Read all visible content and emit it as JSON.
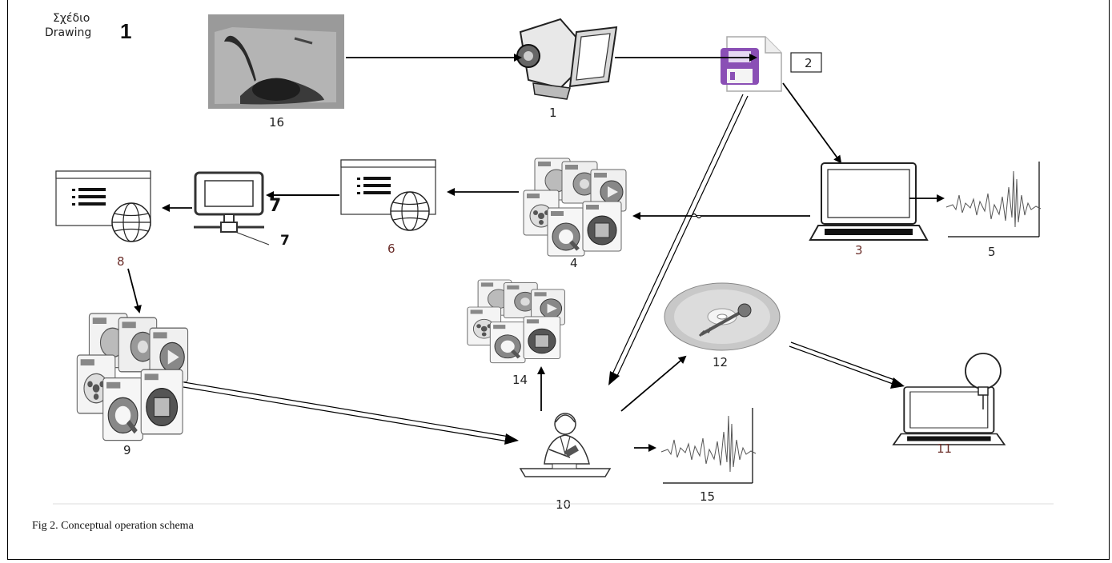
{
  "header": {
    "title_greek": "Σχέδιο",
    "title_english": "Drawing",
    "number": "1"
  },
  "nodes": {
    "n16": "16",
    "n1": "1",
    "n2": "2",
    "n3": "3",
    "n4": "4",
    "n5": "5",
    "n6": "6",
    "n7": "7",
    "n7b": "7",
    "n8": "8",
    "n9": "9",
    "n10": "10",
    "n11": "11",
    "n12": "12",
    "n14": "14",
    "n15": "15"
  },
  "caption": "Fig 2. Conceptual operation schema",
  "colors": {
    "line": "#000000",
    "label_brown": "#6b2e2a",
    "floppy": "#8a4fb5"
  },
  "icons": [
    "bird-photo",
    "camcorder-icon",
    "video-file-icon",
    "laptop-icon",
    "waveform-chart",
    "media-files-icon",
    "web-page-icon",
    "network-computer-icon",
    "judge-icon",
    "cd-key-icon",
    "laptop-lightbulb-icon"
  ]
}
